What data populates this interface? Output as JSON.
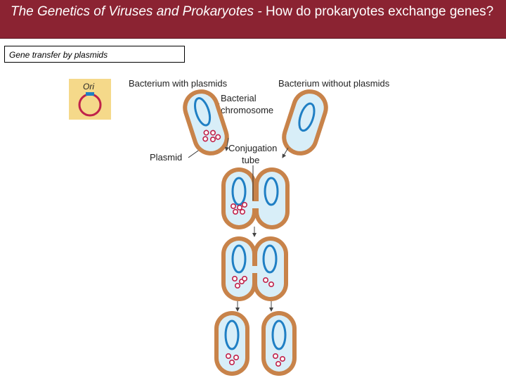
{
  "header": {
    "title_main": "The Genetics of Viruses and Prokaryotes - ",
    "title_sub": "How do prokaryotes exchange genes?",
    "bg_color": "#8b2332"
  },
  "caption": "Gene transfer by plasmids",
  "diagram": {
    "ori_label": "Ori",
    "label_with_plasmids": "Bacterium with plasmids",
    "label_without_plasmids": "Bacterium without plasmids",
    "label_chromosome_line1": "Bacterial",
    "label_chromosome_line2": "chromosome",
    "label_plasmid": "Plasmid",
    "label_conjugation_line1": "Conjugation",
    "label_conjugation_line2": "tube",
    "colors": {
      "cell_wall": "#c8834a",
      "cytoplasm": "#d8eef8",
      "chromosome": "#1f7fc4",
      "plasmid": "#c0224a",
      "ori_box": "#f5d98a"
    }
  }
}
